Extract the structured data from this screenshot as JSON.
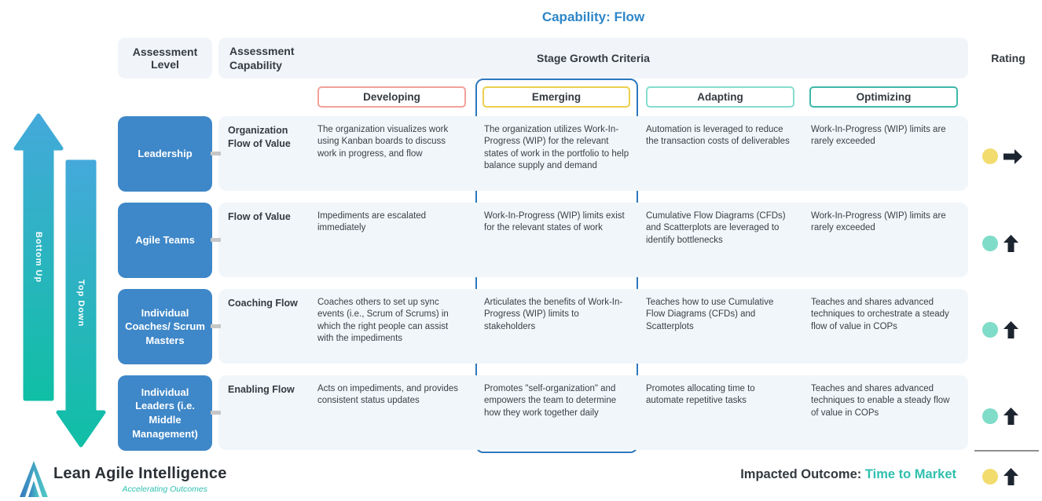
{
  "title": "Capability: Flow",
  "colors": {
    "title_blue": "#2e86c8",
    "level_box_blue": "#3e87c8",
    "emerging_outline_blue": "#2e78bd",
    "arrow_glyph": "#1c2430",
    "teal_accent": "#2fbfae",
    "yellow_dot": "#f2dc6e",
    "teal_dot": "#7fdcc8",
    "side_arrow_top": "#44a9da",
    "side_arrow_bottom": "#10bfa5"
  },
  "header": {
    "assessment_level": "Assessment Level",
    "assessment_capability": "Assessment Capability",
    "stage_growth_criteria": "Stage Growth Criteria",
    "rating": "Rating"
  },
  "stages": [
    {
      "label": "Developing",
      "border_color": "#f2a19b"
    },
    {
      "label": "Emerging",
      "border_color": "#eccf4e"
    },
    {
      "label": "Adapting",
      "border_color": "#85ddcd"
    },
    {
      "label": "Optimizing",
      "border_color": "#3db8aa"
    }
  ],
  "side_arrows": {
    "bottom_up": "Bottom Up",
    "top_down": "Top Down"
  },
  "rows": [
    {
      "level": "Leadership",
      "capability": "Organization Flow of Value",
      "developing": "The organization visualizes work using Kanban boards to discuss work in progress, and flow",
      "emerging": "The organization utilizes Work-In-Progress (WIP) for the relevant states of work in the portfolio to help balance supply and demand",
      "adapting": "Automation is leveraged to reduce the transaction costs of deliverables",
      "optimizing": "Work-In-Progress (WIP) limits are rarely exceeded",
      "rating": {
        "dot_color": "#f2dc6e",
        "arrow": "right"
      }
    },
    {
      "level": "Agile Teams",
      "capability": "Flow of Value",
      "developing": "Impediments are escalated immediately",
      "emerging": "Work-In-Progress (WIP) limits exist for the relevant states of work",
      "adapting": "Cumulative Flow Diagrams (CFDs) and Scatterplots are leveraged to identify bottlenecks",
      "optimizing": "Work-In-Progress (WIP) limits are rarely exceeded",
      "rating": {
        "dot_color": "#7fdcc8",
        "arrow": "up"
      }
    },
    {
      "level": "Individual Coaches/ Scrum Masters",
      "capability": "Coaching Flow",
      "developing": "Coaches others to set up sync events (i.e., Scrum of Scrums) in which the right people can assist with the impediments",
      "emerging": "Articulates the benefits of Work-In-Progress (WIP) limits to stakeholders",
      "adapting": "Teaches how to use Cumulative Flow Diagrams (CFDs) and Scatterplots",
      "optimizing": "Teaches and shares advanced techniques to orchestrate a steady flow of value in COPs",
      "rating": {
        "dot_color": "#7fdcc8",
        "arrow": "up"
      }
    },
    {
      "level": "Individual Leaders (i.e. Middle Management)",
      "capability": "Enabling Flow",
      "developing": "Acts on impediments, and provides consistent status updates",
      "emerging": "Promotes \"self-organization\" and empowers the team to determine how they work together daily",
      "adapting": "Promotes allocating time to automate repetitive tasks",
      "optimizing": "Teaches and shares advanced techniques to enable a steady flow of value in COPs",
      "rating": {
        "dot_color": "#7fdcc8",
        "arrow": "up"
      }
    }
  ],
  "footer": {
    "logo_title": "Lean Agile Intelligence",
    "logo_subtitle": "Accelerating Outcomes",
    "impacted_outcome_label": "Impacted Outcome:",
    "impacted_outcome_value": "Time to Market",
    "rating": {
      "dot_color": "#f2dc6e",
      "arrow": "up"
    }
  }
}
